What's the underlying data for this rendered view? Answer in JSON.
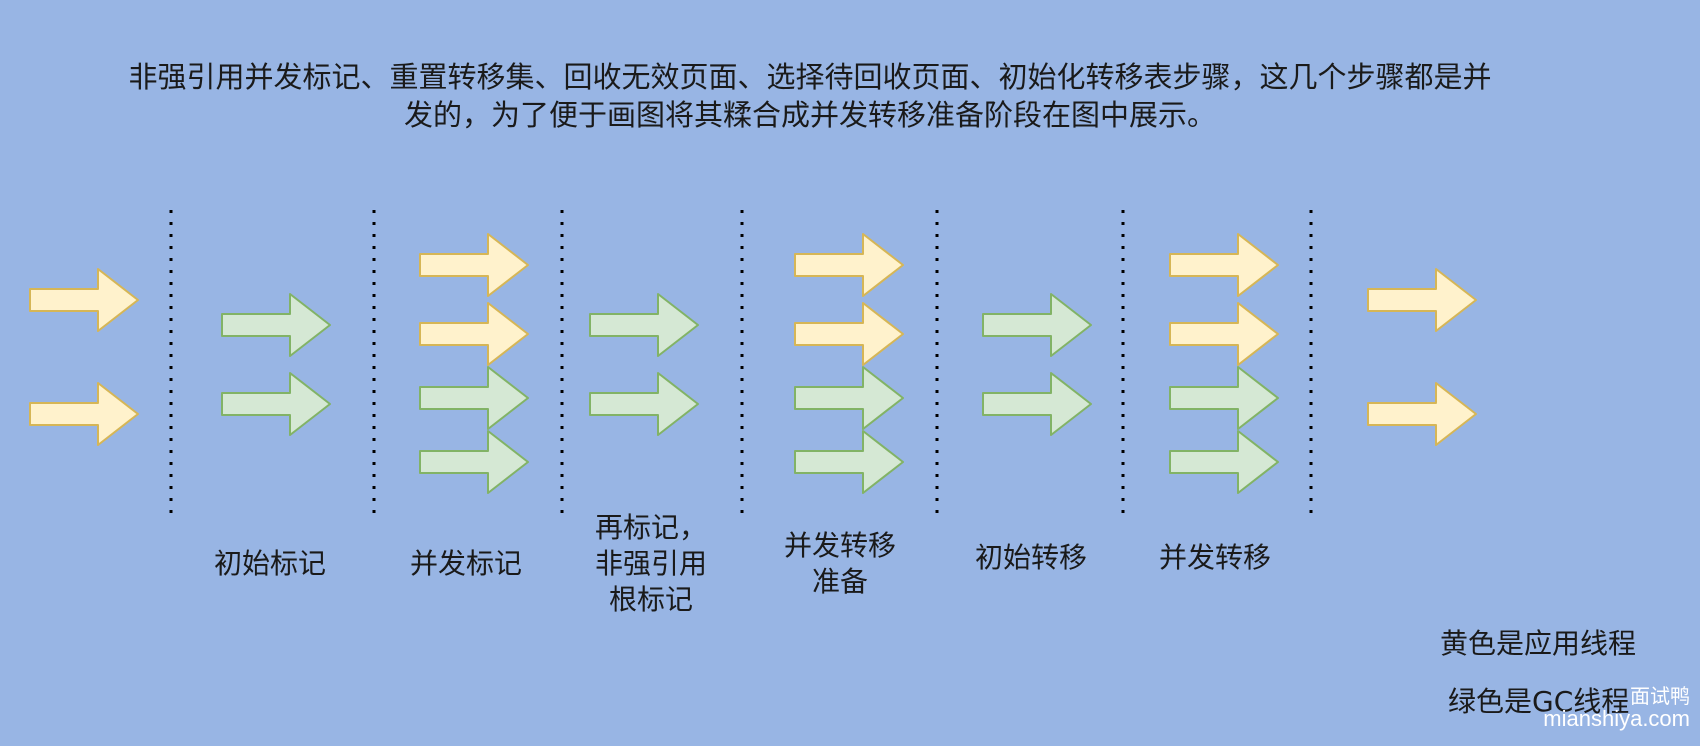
{
  "note": {
    "line1": "非强引用并发标记、重置转移集、回收无效页面、选择待回收页面、初始化转移表步骤，这几个步骤都是并",
    "line2": "发的，为了便于画图将其糅合成并发转移准备阶段在图中展示。"
  },
  "colors": {
    "background": "#98b5e4",
    "app_thread_fill": "#fff2cc",
    "app_thread_stroke": "#d6b656",
    "gc_thread_fill": "#d5e8d4",
    "gc_thread_stroke": "#82b366",
    "separator": "#000000"
  },
  "phases": [
    {
      "id": "app-before",
      "thread": "app",
      "arrows": 2,
      "lines": []
    },
    {
      "id": "initial-mark",
      "thread": "gc",
      "arrows": 2,
      "lines": [
        "初始标记"
      ]
    },
    {
      "id": "concurrent-mark",
      "thread": "mixed",
      "arrows_app": 2,
      "arrows_gc": 2,
      "lines": [
        "并发标记"
      ]
    },
    {
      "id": "remark",
      "thread": "gc",
      "arrows": 2,
      "lines": [
        "再标记，",
        "非强引用",
        "根标记"
      ]
    },
    {
      "id": "concurrent-relocate-prepare",
      "thread": "mixed",
      "arrows_app": 2,
      "arrows_gc": 2,
      "lines": [
        "并发转移",
        "准备"
      ]
    },
    {
      "id": "initial-relocate",
      "thread": "gc",
      "arrows": 2,
      "lines": [
        "初始转移"
      ]
    },
    {
      "id": "concurrent-relocate",
      "thread": "mixed",
      "arrows_app": 2,
      "arrows_gc": 2,
      "lines": [
        "并发转移"
      ]
    },
    {
      "id": "app-after",
      "thread": "app",
      "arrows": 2,
      "lines": []
    }
  ],
  "legend": {
    "app_thread": "黄色是应用线程",
    "gc_thread": "绿色是GC线程"
  },
  "watermark": {
    "top": "面试鸭",
    "bottom": "mianshiya.com"
  }
}
